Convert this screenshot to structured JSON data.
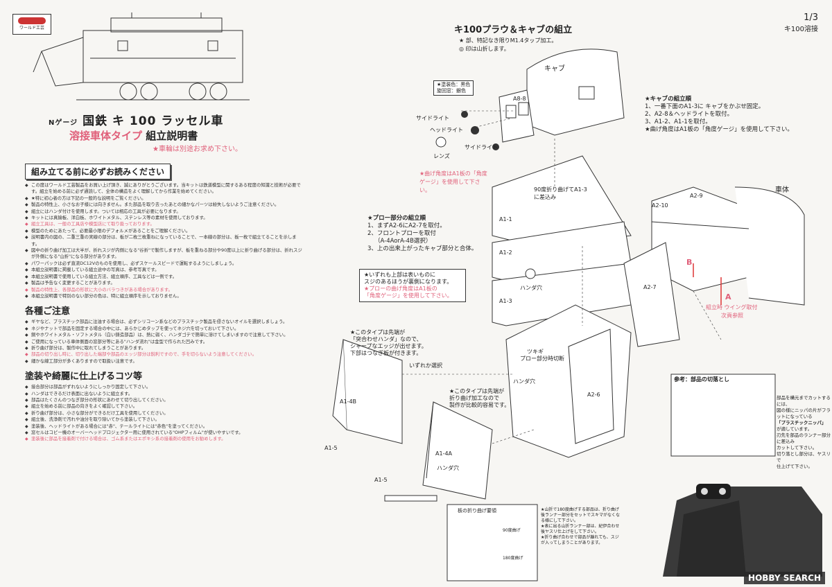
{
  "header": {
    "page_no": "1/3",
    "model_code": "キ100溶接"
  },
  "title": {
    "gauge": "Nゲージ",
    "main": "国鉄 キ 100 ラッセル車",
    "sub_pink": "溶接車体タイプ",
    "sub_black": "組立説明書",
    "note": "★車輪は別途お求め下さい。"
  },
  "left": {
    "section1": "組み立てる前に必ずお読みください",
    "bullets1": [
      "この度はワールド工芸製品をお買い上げ頂き、誠にありがとうございます。当キットは鉄道模型に関するある程度の知識と技術が必要です。組立を始める前に必ず通読して、全体の構造をよく理解してから作業を始めてください。",
      "★特に初心者の方は下記の一般的な説明をご覧ください。",
      "製品の特性上、小さなお子様には向きません。また部品を取り去ったあとの細かなパーツは紛失しないようご注意ください。",
      "組立にはハンダ付けを使用します。ついては相応の工具が必要になります。",
      "キットには真鍮板、洋白板、ホワイトメタル、ステンレス等の素材を使用しております。",
      "組立工具は、一般の工具店や模型店にて取り扱っております。",
      "模型のためにあたって、必要最小限のデフォルメがあることをご理解ください。",
      "説明書内の図の、二重三重の実線の部分は、板が二枚三枚重ねになっていることで、一本線の部分は、板一枚で組立てることを示します。",
      "図中の折り曲げ加工は大半が、折れスジが内側になる\"谷折\"で製作しますが、板を重ねる部分や90度以上に折り曲げる部分は、折れスジが外側になる\"山折\"になる部分があります。",
      "パワーパックは必ず直流DC12Vのものを使用し、必ずスケールスピードで運転するようにしましょう。",
      "本組立説明書に掲載している組立途中の写真は、参考写真です。",
      "本組立説明書で使用している組立方法、組立順序、工具などは一例です。",
      "製品は予告なく変更することがあります。",
      "製品の特性上、各部品の形状に大小のバラつきがある場合があります。",
      "本組立説明書で特別のない部分の色は、特に組立順序を示しておりません。"
    ],
    "section2": "各種ご注意",
    "bullets2": [
      "ギヤなど、プラスチック部品に注油する場合は、必ずシリコーン系などのプラスチック製品を侵さないオイルを選択しましょう。",
      "ネジやナットで部品を固定する場合の中には、あらかじめタップを使ってネジ穴を切っておいて下さい。",
      "銅やホワイトメタル・ソフトメタル（白い鋳造部品）は、熱に弱く、ハンダゴテで簡単に溶けてしまいますので注意して下さい。",
      "ご使用になっている車体側面の窓部分等にある\"ハンダ流れ\"は金型で作られた凹みです。",
      "折り曲げ部分は、製作中に取れてしまうことがあります。",
      "部品の切り出し時に、切り出した端部や部品のエッジ部分は鋭利ですので、手を切らないよう注意してください。",
      "細かな線工部分が多くありますので取扱い注意です。"
    ],
    "section3": "塗装や綺麗に仕上げるコツ等",
    "bullets3": [
      "接合部分は部品がずれないようにしっかり固定して下さい。",
      "ハンダはできるだけ表面に出ないように組立ます。",
      "部品はたくさんのつなぎ部分の形状にあわせて切り出してください。",
      "組立を始める前に部品の向きをよく確認して下さい。",
      "折り曲げ部分は、小さな部分ができるだけ工具を使用してください。",
      "組立後、洗浄剤で汚れや油分を取り除いてから塗装して下さい。",
      "塗装後、ヘッドライトがある場合には\"赤\"、テールライトには\"赤色\"を塗ってください。",
      "窓セルはコピー機のオーバーヘッドプロジェクター用に使用されている\"OHPフィルム\"が使いやすいです。",
      "塗装後に部品を接着剤で付ける場合は、ゴム系またはエポキシ系の接着剤の使用をお勧めします。"
    ]
  },
  "diagram": {
    "title": "キ100プラウ＆キャブの組立",
    "legend_1": "★ 部、特記なき限りM1.4タップ加工。",
    "legend_2": "◎ 印は山折します。",
    "paint_1": "★塗装色：黒色",
    "paint_2": "旋回窓：銀色",
    "cab": "キャブ",
    "a8_8": "A8-8",
    "side_light_1": "サイドライト",
    "side_light_2": "サイドライト",
    "head_light": "ヘッドライト",
    "lens": "レンズ",
    "cab_steps_title": "★キャブの組立順",
    "cab_steps": [
      "1、一番下面のA1-3に キャブをかぶせ固定。",
      "2、A2-8＆ヘッドライトを取付。",
      "3、A1-2、A1-1を取付。",
      "★曲げ角度はA1板の「角度ゲージ」を使用して下さい。"
    ],
    "angle_note": "★曲げ角度はA1板の「角度ゲージ」を使用して下さい。",
    "bend_note": "90度折り曲げてA1-3に差込み",
    "a1_1": "A1-1",
    "a1_2": "A1-2",
    "a1_3": "A1-3",
    "solder_hole_1": "ハンダ穴",
    "plow_title": "★プロー部分の組立順",
    "plow_steps": [
      "1、まずA2-6にA2-7を取付。",
      "2、フロントプローを取付",
      "（A-4AorA-4B選択）",
      "3、上の出来上がったキャブ部分と合体。"
    ],
    "a2_10": "A2-10",
    "a2_9": "A2-9",
    "a2_7": "A2-7",
    "body": "車体",
    "wing_note_1": "組立時 ウイング取付",
    "wing_note_2": "次頁参照",
    "mark_a": "A",
    "mark_b": "B",
    "surface_box": [
      "★いずれも上部は表いものに",
      "スジのあるほうが裏側になります。",
      "★プローの曲げ角度はA1板の",
      "「角度ゲージ」を使用して下さい。"
    ],
    "sharp_note": [
      "★このタイプは先端が",
      "「突合わせハンダ」なので、",
      "シャープなエッジが出せます。",
      "下部はつなぎ板が付きます。"
    ],
    "choose": "いずれか選択",
    "fold_note": [
      "★このタイプは先端が",
      "折り曲げ加工なので",
      "製作が比較的容易です。"
    ],
    "a1_4b": "A1-4B",
    "a1_5": "A1-5",
    "a1_5b": "A1-5",
    "a1_4a": "A1-4A",
    "solder_hole_2": "ハンダ穴",
    "a2_6": "A2-6",
    "solder_hole_3": "ハンダ穴",
    "tsukagi": "ツキギ",
    "plow_solder": "プロー部分時切断",
    "ref_title": "参考：部品の切落とし",
    "ref_text": [
      "部品を構元までカットするには、",
      "図の様にニッパの片がフラットになっている",
      "「プラスチックニッパ」",
      "が適しています。",
      "刃先を部品のランナー部分に差込み",
      "カットして下さい。",
      "切り落とし部分は、ヤスリで",
      "仕上げて下さい。"
    ],
    "bend_title": "板の折り曲げ要領",
    "bend_90": "90度曲げ",
    "bend_180": "180度曲げ",
    "bend_notes": [
      "★山折で180度曲げする部品は、折り曲げ後ランナー部分をセットでスキマがなくなる様にして下さい。",
      "★表に出る山折ランナー部は、紀伊合わせ後ヤスリ仕上げをして下さい。",
      "★折り曲げ合わせで部品が離れても、スジが入ってしまうことがあります。"
    ],
    "watermark": "HOBBY SEARCH",
    "logo": "ワールド工芸"
  }
}
